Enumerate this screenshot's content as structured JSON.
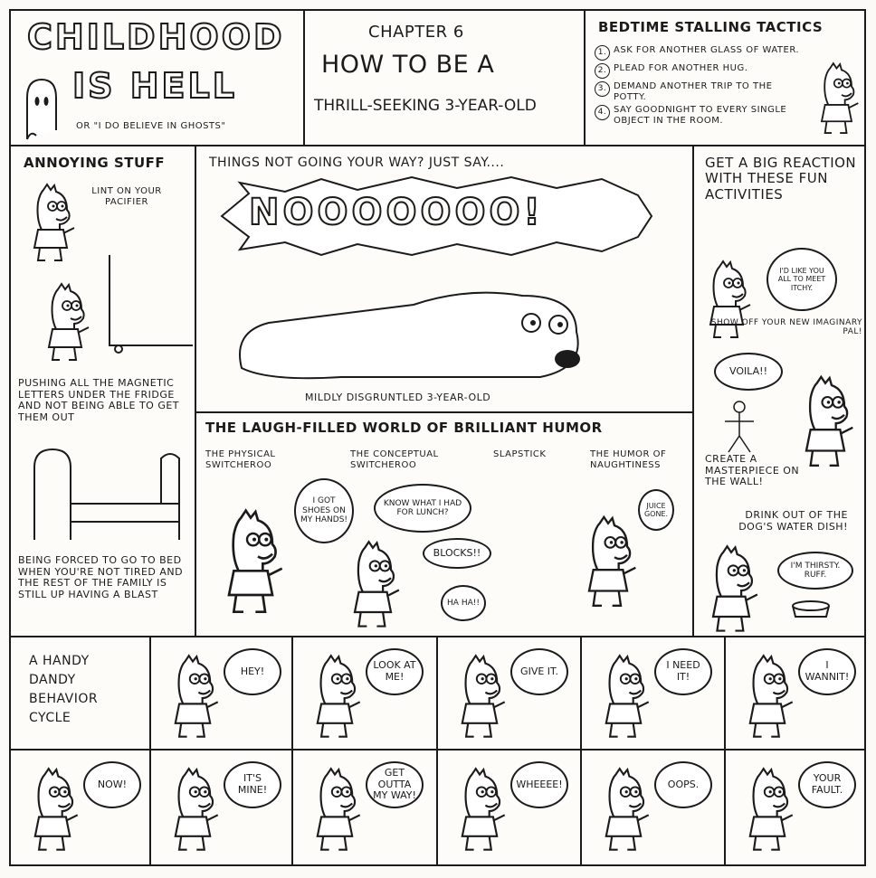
{
  "title_panel": {
    "title_line1": "Childhood",
    "title_line2": "is Hell",
    "subtitle": "or \"I do believe in ghosts\""
  },
  "chapter_panel": {
    "chapter": "Chapter 6",
    "title_line1": "How to be a",
    "title_line2": "thrill-seeking 3-year-old"
  },
  "bedtime_panel": {
    "heading": "Bedtime stalling tactics",
    "items": [
      {
        "num": "1.",
        "text": "Ask for another glass of water."
      },
      {
        "num": "2.",
        "text": "Plead for another hug."
      },
      {
        "num": "3.",
        "text": "Demand another trip to the potty."
      },
      {
        "num": "4.",
        "text": "Say goodnight to every single object in the room."
      }
    ]
  },
  "annoying_panel": {
    "heading": "Annoying stuff",
    "caption1": "Lint on your pacifier",
    "caption2": "Pushing all the magnetic letters under the fridge and not being able to get them out",
    "caption3": "Being forced to go to bed when you're not tired and the rest of the family is still up having a blast"
  },
  "no_panel": {
    "heading": "Things not going your way? Just say....",
    "shout": "Nooooooo!",
    "caption": "Mildly disgruntled 3-year-old"
  },
  "humor_panel": {
    "heading": "The laugh-filled world of brilliant humor",
    "labels": [
      "The physical switcheroo",
      "The conceptual switcheroo",
      "Slapstick",
      "The humor of naughtiness"
    ],
    "bubbles": {
      "shoes": "I got shoes on my hands!",
      "lunch": "Know what I had for lunch?",
      "blocks": "Blocks!!",
      "haha": "Ha ha!!",
      "juice": "Juice gone."
    }
  },
  "reaction_panel": {
    "heading": "Get a big reaction with these fun activities",
    "bubble1": "I'd like you all to meet Itchy.",
    "caption1": "Show off your new imaginary pal!",
    "bubble2": "Voila!!",
    "caption2": "Create a masterpiece on the wall!",
    "caption3": "Drink out of the dog's water dish!",
    "bubble3": "I'm thirsty. Ruff."
  },
  "cycle_panel": {
    "heading": "A handy dandy behavior cycle",
    "bubbles": [
      "Hey!",
      "Look at me!",
      "Give it.",
      "I need it!",
      "I wannit!",
      "Now!",
      "It's mine!",
      "Get outta my way!",
      "Wheeee!",
      "Oops.",
      "Your fault."
    ]
  }
}
